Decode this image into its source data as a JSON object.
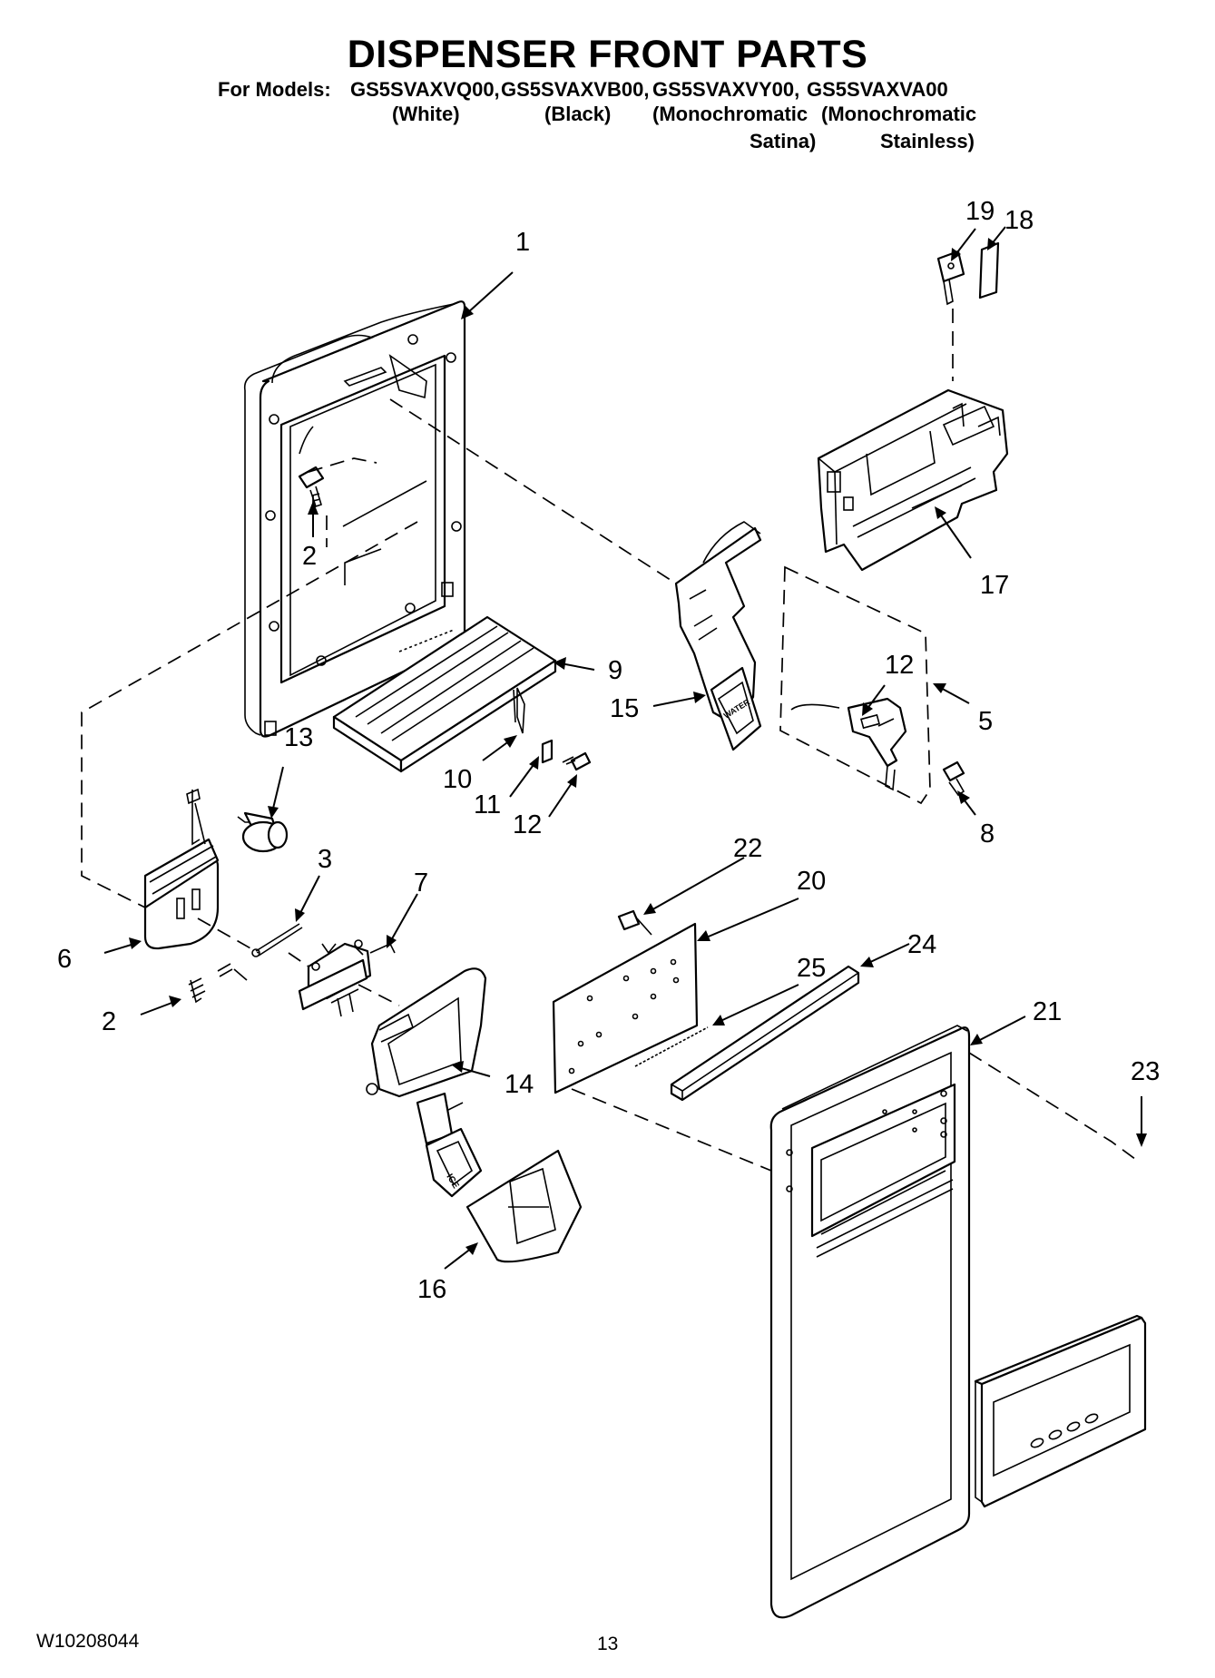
{
  "title": "DISPENSER FRONT PARTS",
  "models": {
    "prefix": "For Models:",
    "list": [
      "GS5SVAXVQ00,",
      "GS5SVAXVB00,",
      "GS5SVAXVY00,",
      "GS5SVAXVA00"
    ],
    "finishes_line1": [
      "(White)",
      "(Black)",
      "(Monochromatic",
      "(Monochromatic"
    ],
    "finishes_line2": [
      "Satina)",
      "Stainless)"
    ]
  },
  "callouts": [
    "1",
    "2",
    "9",
    "15",
    "12",
    "5",
    "17",
    "19",
    "18",
    "13",
    "10",
    "11",
    "12",
    "8",
    "3",
    "7",
    "6",
    "2",
    "14",
    "16",
    "22",
    "20",
    "24",
    "25",
    "21",
    "23"
  ],
  "parts_icon_labels": {
    "ice_pad": "ICE",
    "water_pad": "WATER"
  },
  "footer": {
    "doc_number": "W10208044",
    "page_number": "13"
  }
}
